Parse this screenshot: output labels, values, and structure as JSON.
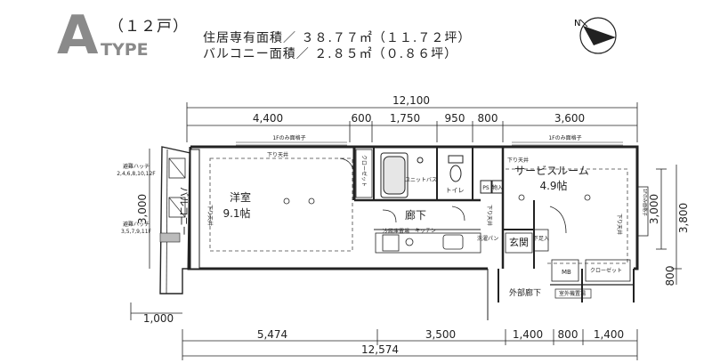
{
  "header": {
    "type_letter": "A",
    "type_word": "TYPE",
    "units": "（１２戸）",
    "specs": [
      {
        "label": "住居専有面積／",
        "value": "３８.７７㎡（１１.７２坪）"
      },
      {
        "label": "バルコニー面積／",
        "value": "２.８５㎡（０.８６坪）"
      }
    ]
  },
  "compass": {
    "label": "N"
  },
  "dimensions": {
    "top_total": "12,100",
    "top_segments": [
      "4,400",
      "600",
      "1,750",
      "950",
      "800",
      "3,600"
    ],
    "bottom_total": "12,574",
    "bottom_segments": [
      "5,474",
      "3,500",
      "1,400",
      "800",
      "1,400"
    ],
    "left": "3,000",
    "right_inner": "3,000",
    "right_outer": "3,800",
    "right_lower": "800",
    "bottom_left": "1,000"
  },
  "rooms": {
    "western": {
      "name": "洋室",
      "size": "9.1帖"
    },
    "service": {
      "name": "サービスルーム",
      "size": "4.9帖"
    },
    "corridor": "廊下",
    "entrance": "玄関",
    "outer_corridor": "外部廊下",
    "balcony": "バルコニー",
    "kitchen": "キッチン",
    "toilet": "トイレ",
    "unit_bath": "ユニットバス",
    "closet": "クローゼット",
    "closet_v": "クローゼット",
    "mb": "MB",
    "ps": "PS",
    "storage": "物入",
    "shoe": "下足入",
    "outdoor_unit": "室外機置場",
    "fridge": "冷蔵庫置場",
    "washer": "洗濯パン"
  },
  "notes": {
    "hanging_top": "下り天井",
    "hanging_side": "下り天井",
    "lattice": "1Fのみ面格子",
    "lattice_v": "1Fのみ面格子",
    "hatch1": "避難ハッチ",
    "hatch1_floors": "2,4,6,8,10,12F",
    "hatch2": "避難ハッチ",
    "hatch2_floors": "3,5,7,9,11F"
  }
}
